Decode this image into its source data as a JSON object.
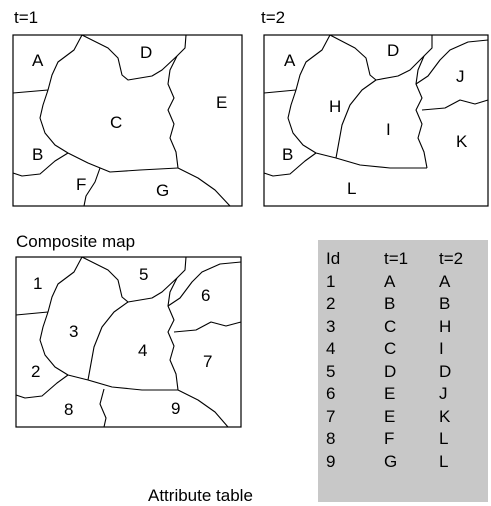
{
  "maps": {
    "t1": {
      "title": "t=1",
      "regions": [
        "A",
        "D",
        "E",
        "C",
        "B",
        "F",
        "G"
      ]
    },
    "t2": {
      "title": "t=2",
      "regions": [
        "A",
        "D",
        "J",
        "H",
        "I",
        "K",
        "B",
        "L"
      ]
    },
    "composite": {
      "title": "Composite map",
      "regions": [
        "1",
        "5",
        "6",
        "3",
        "4",
        "7",
        "2",
        "8",
        "9"
      ]
    }
  },
  "attribute_table": {
    "caption": "Attribute table",
    "headers": [
      "Id",
      "t=1",
      "t=2"
    ],
    "rows": [
      [
        "1",
        "A",
        "A"
      ],
      [
        "2",
        "B",
        "B"
      ],
      [
        "3",
        "C",
        "H"
      ],
      [
        "4",
        "C",
        "I"
      ],
      [
        "5",
        "D",
        "D"
      ],
      [
        "6",
        "E",
        "J"
      ],
      [
        "7",
        "E",
        "K"
      ],
      [
        "8",
        "F",
        "L"
      ],
      [
        "9",
        "G",
        "L"
      ]
    ]
  }
}
